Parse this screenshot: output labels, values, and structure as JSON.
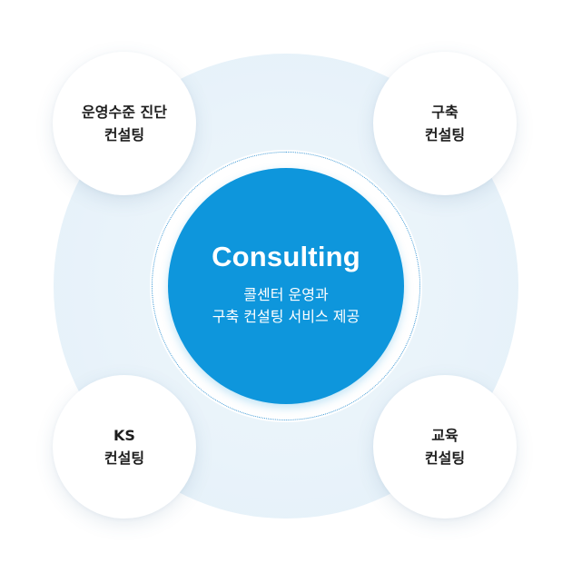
{
  "core": {
    "title": "Consulting",
    "subtitle_line1": "콜센터 운영과",
    "subtitle_line2": "구축 컨설팅 서비스 제공"
  },
  "satellites": [
    {
      "line1": "운영수준 진단",
      "line2": "컨설팅"
    },
    {
      "line1": "구축",
      "line2": "컨설팅"
    },
    {
      "line1": "KS",
      "line2": "컨설팅"
    },
    {
      "line1": "교육",
      "line2": "컨설팅"
    }
  ],
  "colors": {
    "core": "#0e96dc",
    "outer_ring": "#e9f3fa",
    "dotted_ring": "#3f9ad6",
    "satellite": "#ffffff",
    "text_dark": "#1d1d1d"
  }
}
